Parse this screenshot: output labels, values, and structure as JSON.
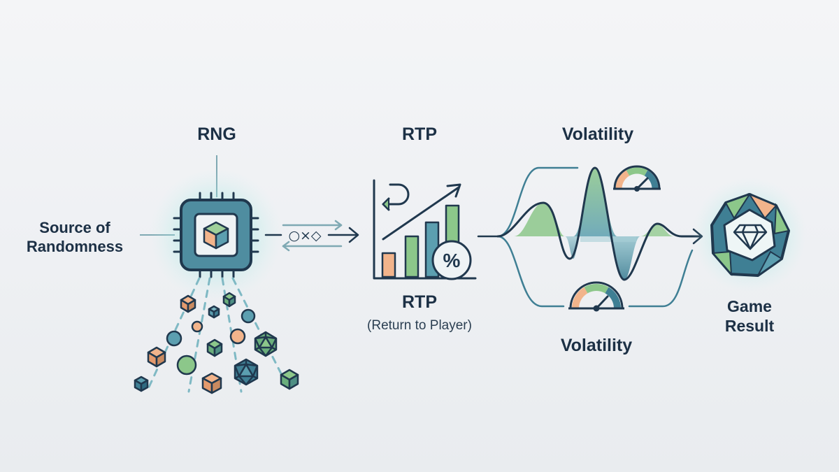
{
  "labels": {
    "source": [
      "Source of",
      "Randomness"
    ],
    "rng": "RNG",
    "rtp_top": "RTP",
    "rtp_bottom": "RTP",
    "rtp_sub": "(Return to Player)",
    "volatility_top": "Volatility",
    "volatility_bottom": "Volatility",
    "result": [
      "Game",
      "Result"
    ]
  },
  "connector_glyphs": "○×◇",
  "icons": {
    "chip": "microchip-icon",
    "cube": "cube-icon",
    "chart": "bar-chart-icon",
    "percent": "percent-badge-icon",
    "gauge": "gauge-icon",
    "wave": "wave-icon",
    "gem": "diamond-gem-icon"
  },
  "colors": {
    "ink": "#20384e",
    "teal": "#3f7f94",
    "teal_light": "#7fb9c4",
    "green": "#8cc78a",
    "orange": "#f2b48b",
    "glow": "#7de3dc"
  }
}
